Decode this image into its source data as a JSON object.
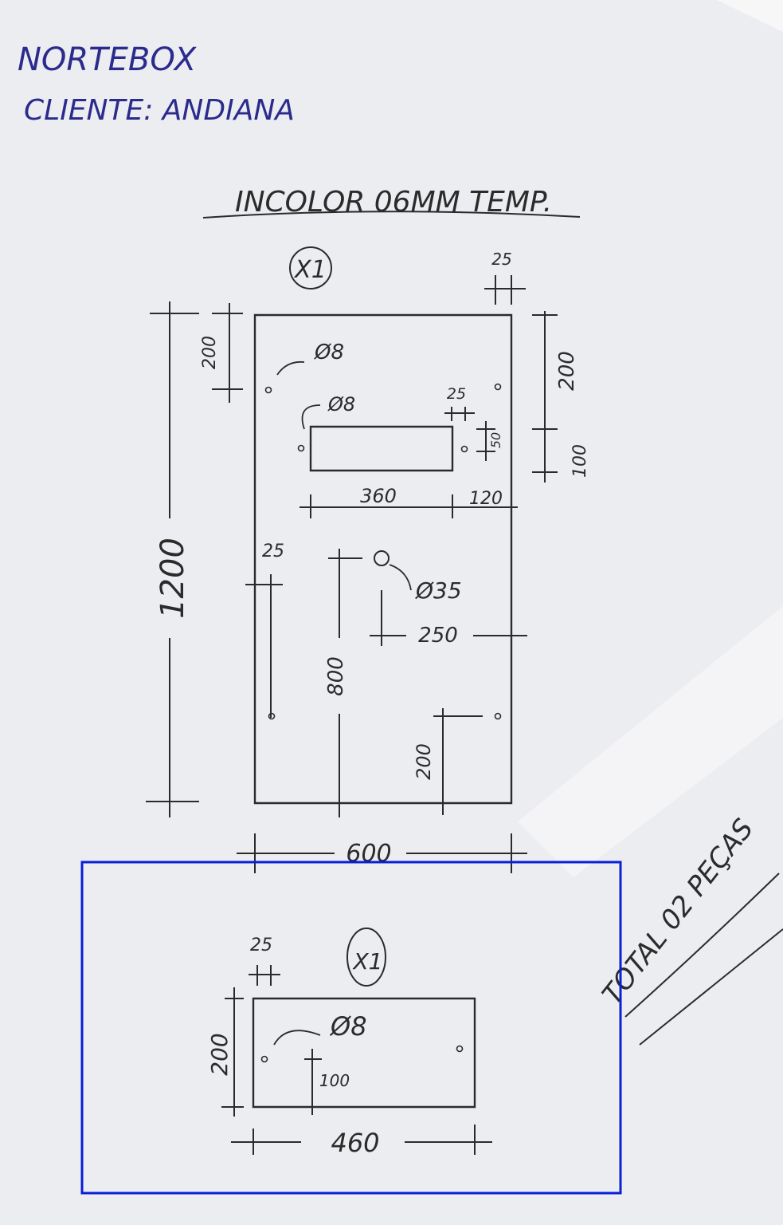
{
  "header": {
    "company": "NORTEBOX",
    "client": "CLIENTE: ANDIANA"
  },
  "spec": "INCOLOR 06MM TEMP.",
  "piece1": {
    "qty": "X1",
    "height_total": "1200",
    "width_total": "600",
    "dim_top_left": "200",
    "dim_right_upper": "200",
    "dim_right_lower": "100",
    "hole_top_left": "Ø8",
    "hole_slot_left": "Ø8",
    "edge_top_right": "25",
    "edge_slot_right": "25",
    "slot_height": "50",
    "slot_width": "360",
    "slot_right_offset": "120",
    "edge_left": "25",
    "handle_hole": "Ø35",
    "handle_offset": "250",
    "handle_height": "800",
    "bottom_offset": "200"
  },
  "piece2": {
    "qty": "X1",
    "edge_top": "25",
    "height": "200",
    "hole": "Ø8",
    "hole_offset": "100",
    "width": "460"
  },
  "total": "TOTAL 02 PEÇAS",
  "colors": {
    "paper": "#ecedf1",
    "pencil": "#2b2b2b",
    "pen": "#2a2b8c",
    "selection": "#0a1fd6"
  }
}
